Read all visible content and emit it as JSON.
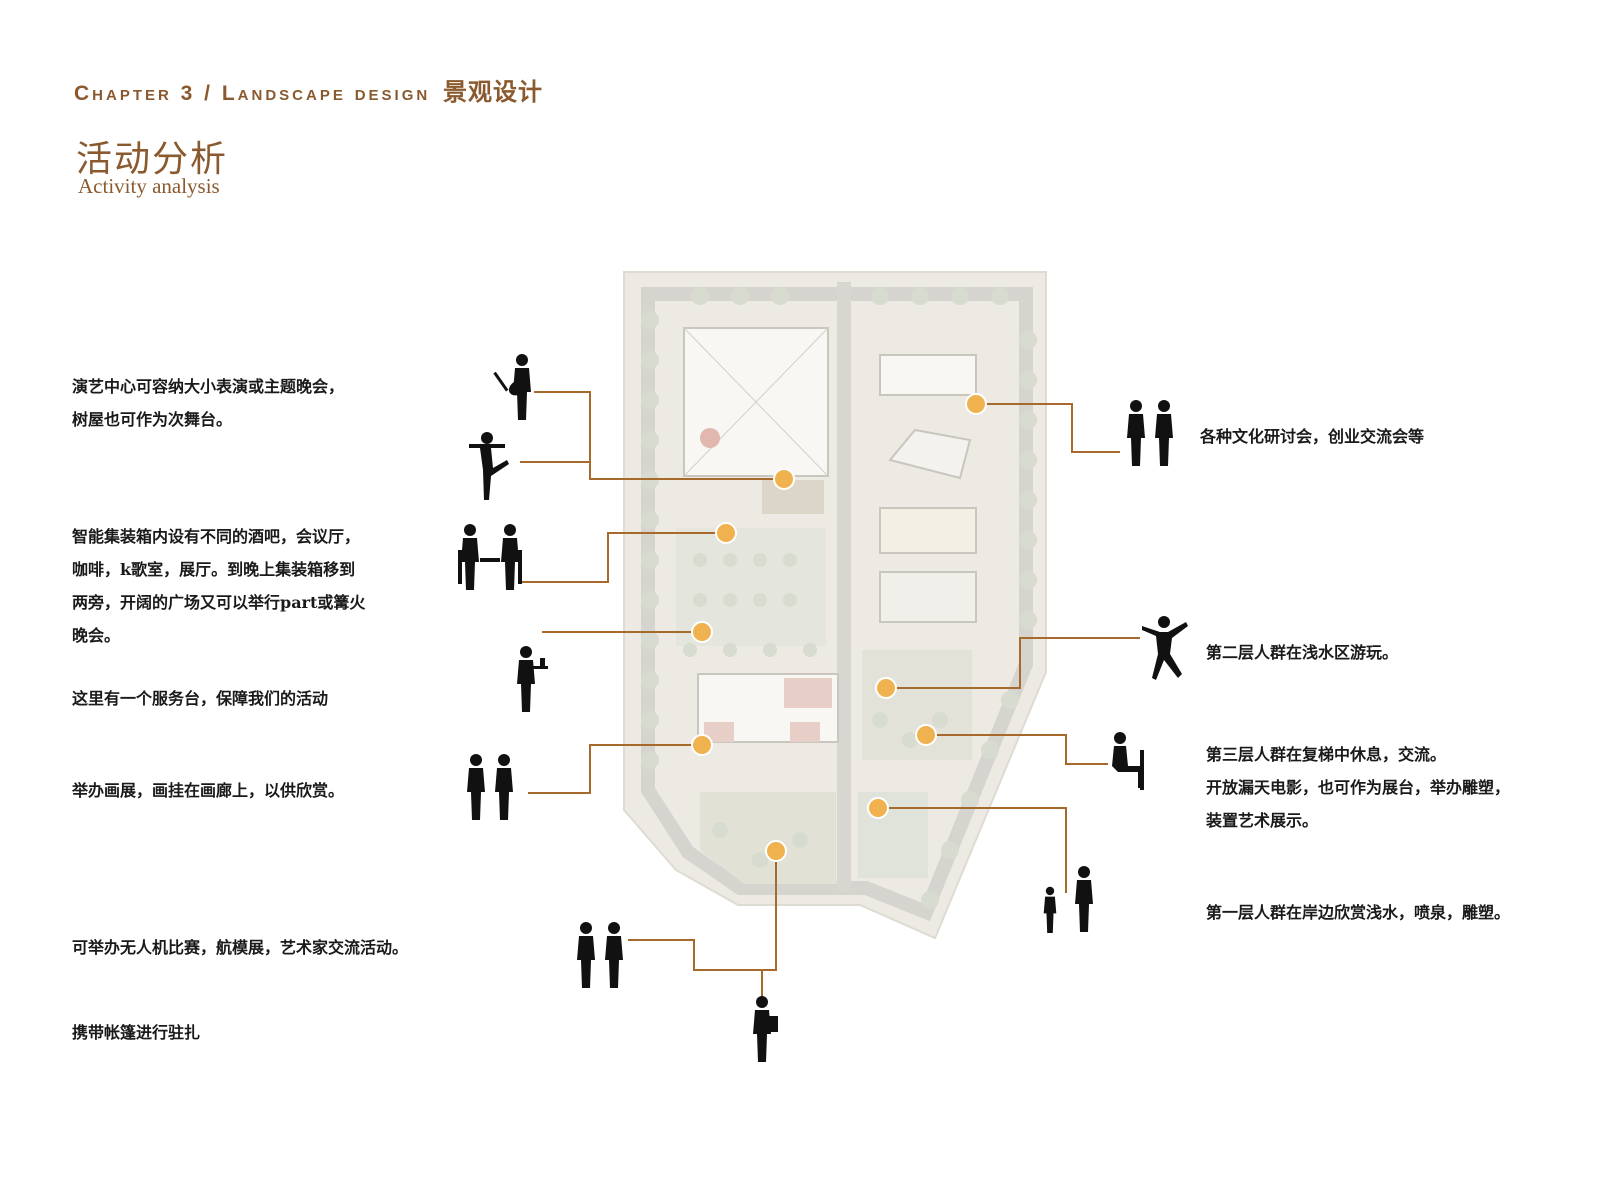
{
  "header": {
    "chapter": "Chapter 3 / Landscape design",
    "chapter_zh": "景观设计",
    "title_zh": "活动分析",
    "title_en": "Activity analysis"
  },
  "activities_left": [
    {
      "line1": "演艺中心可容纳大小表演或主题晚会，",
      "line2": "树屋也可作为次舞台。"
    },
    {
      "line1": "智能集装箱内设有不同的酒吧，会议厅，",
      "line2": "咖啡，k歌室，展厅。到晚上集装箱移到",
      "line3": "两旁，开阔的广场又可以举行part或篝火",
      "line4": "晚会。"
    },
    {
      "line1": "这里有一个服务台，保障我们的活动"
    },
    {
      "line1": "举办画展，画挂在画廊上，以供欣赏。"
    },
    {
      "line1": "可举办无人机比赛，航模展，艺术家交流活动。"
    },
    {
      "line1": "携带帐篷进行驻扎"
    }
  ],
  "activities_right": [
    {
      "line1": "各种文化研讨会，创业交流会等"
    },
    {
      "line1": "第二层人群在浅水区游玩。"
    },
    {
      "line1": "第三层人群在复梯中休息，交流。",
      "line2": "开放漏天电影，也可作为展台，举办雕塑，",
      "line3": "装置艺术展示。"
    },
    {
      "line1": "第一层人群在岸边欣赏浅水，喷泉，雕塑。"
    }
  ],
  "colors": {
    "accent": "#8a5a2e",
    "leader": "#a8692d",
    "dot": "#f0b24f",
    "figure": "#111111"
  }
}
